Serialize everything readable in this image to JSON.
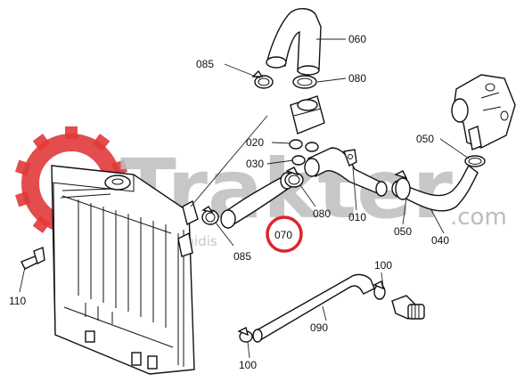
{
  "watermark": {
    "brand": "Trakter",
    "suffix": ".com",
    "subtitle": "Tagai nidis",
    "gear_color": "#e03a3a",
    "text_color": "#bdbdbd"
  },
  "highlight": {
    "label": "070",
    "ring_color": "#e0232e"
  },
  "callouts": [
    "060",
    "085",
    "080",
    "020",
    "030",
    "080",
    "010",
    "050",
    "050",
    "040",
    "085",
    "110",
    "100",
    "090",
    "100"
  ]
}
